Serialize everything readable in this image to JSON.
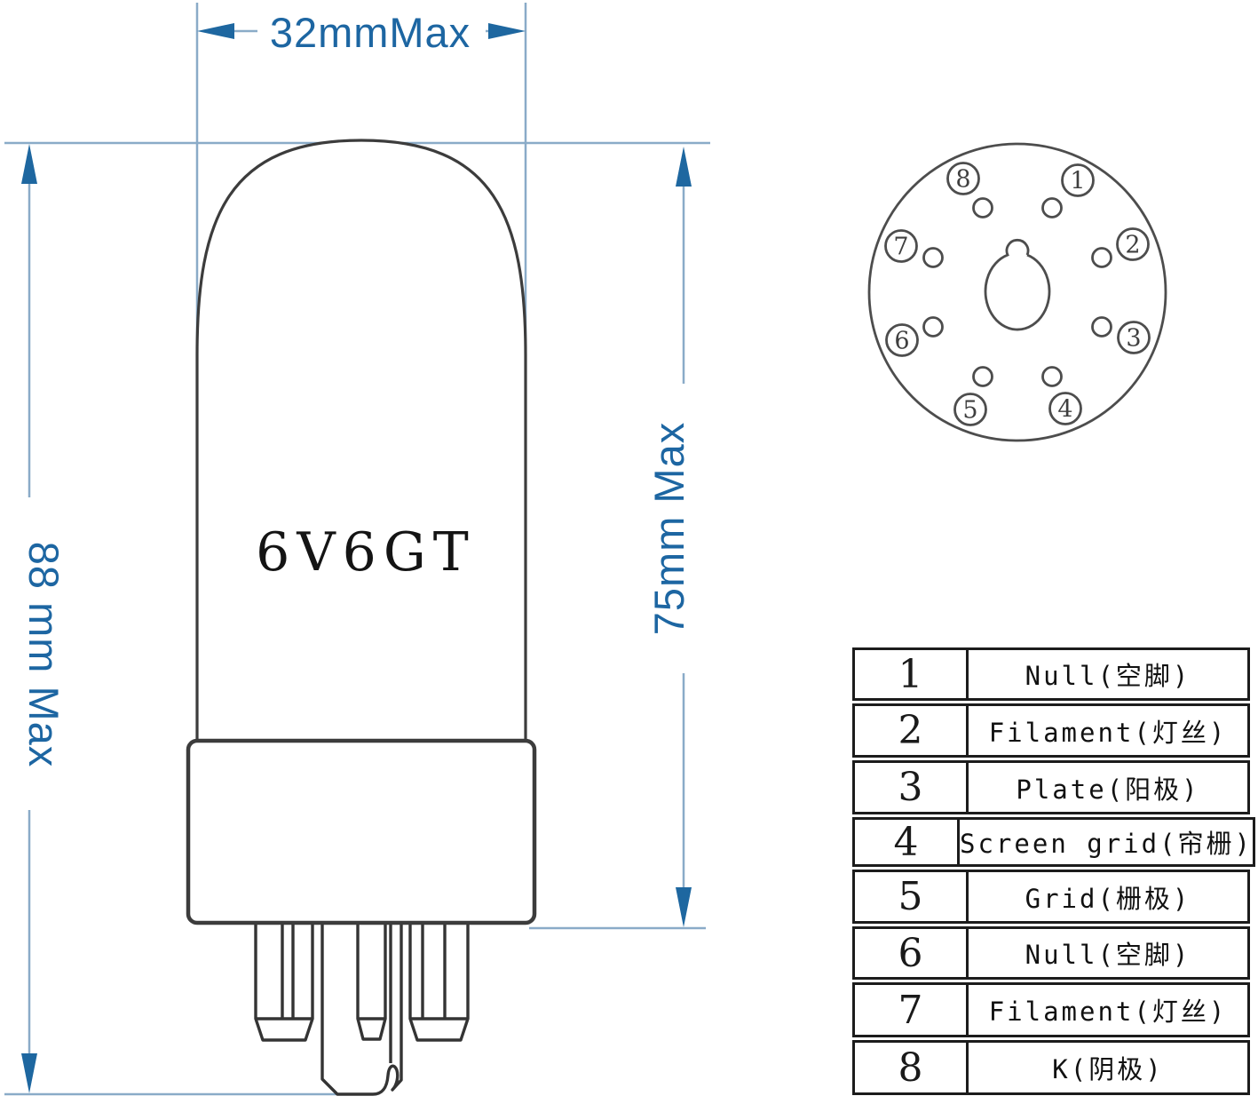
{
  "drawing": {
    "tube_label": "6V6GT",
    "dim_width": "32mmMax",
    "dim_height_overall": "88 mm Max",
    "dim_height_bulb": "75mm Max"
  },
  "socket": {
    "pins": [
      "1",
      "2",
      "3",
      "4",
      "5",
      "6",
      "7",
      "8"
    ]
  },
  "pinout_table": {
    "rows": [
      {
        "pin": "1",
        "function": "Null(空脚)"
      },
      {
        "pin": "2",
        "function": "Filament(灯丝)"
      },
      {
        "pin": "3",
        "function": "Plate(阳极)"
      },
      {
        "pin": "4",
        "function": "Screen grid(帘栅)"
      },
      {
        "pin": "5",
        "function": "Grid(栅极)"
      },
      {
        "pin": "6",
        "function": "Null(空脚)"
      },
      {
        "pin": "7",
        "function": "Filament(灯丝)"
      },
      {
        "pin": "8",
        "function": "K(阴极)"
      }
    ]
  },
  "colors": {
    "dimension_text_blue": "#1d66a2",
    "dimension_line_blue": "#8aabc8",
    "drawing_line_gray": "#3c3c3c",
    "table_border": "#1c1c1c"
  }
}
